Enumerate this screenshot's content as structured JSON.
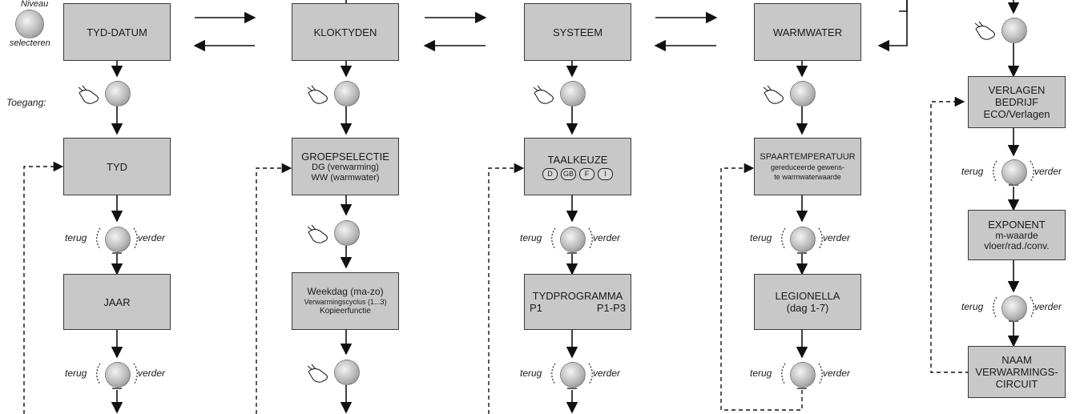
{
  "labels": {
    "niveau": "Niveau",
    "selecteren": "selecteren",
    "toegang": "Toegang:",
    "terug": "terug",
    "verder": "verder"
  },
  "boxes": {
    "tyd_datum": "TYD-DATUM",
    "kloktyden": "KLOKTYDEN",
    "systeem": "SYSTEEM",
    "warmwater": "WARMWATER",
    "tyd": "TYD",
    "jaar": "JAAR",
    "groepselectie": {
      "title": "GROEPSELECTIE",
      "line1": "DG (verwarming)",
      "line2": "WW (warmwater)"
    },
    "weekdag": {
      "title": "Weekdag (ma-zo)",
      "line1": "Verwarmingscyclus (1...3)",
      "line2": "Kopieerfunctie"
    },
    "taalkeuze": {
      "title": "TAALKEUZE",
      "options": [
        "D",
        "GB",
        "F",
        "I"
      ]
    },
    "tydprogramma": {
      "title": "TYDPROGRAMMA",
      "left": "P1",
      "right": "P1-P3"
    },
    "spaartemperatuur": {
      "title": "SPAARTEMPERATUUR",
      "line1": "gereduceerde gewens-",
      "line2": "te warmwaterwaarde"
    },
    "legionella": {
      "title": "LEGIONELLA",
      "line1": "(dag 1-7)"
    },
    "verlagen": {
      "line1": "VERLAGEN",
      "line2": "BEDRIJF",
      "line3": "ECO/Verlagen"
    },
    "exponent": {
      "line1": "EXPONENT",
      "line2": "m-waarde",
      "line3": "vloer/rad./conv."
    },
    "naam": {
      "line1": "NAAM",
      "line2": "VERWARMINGS-",
      "line3": "CIRCUIT"
    }
  }
}
